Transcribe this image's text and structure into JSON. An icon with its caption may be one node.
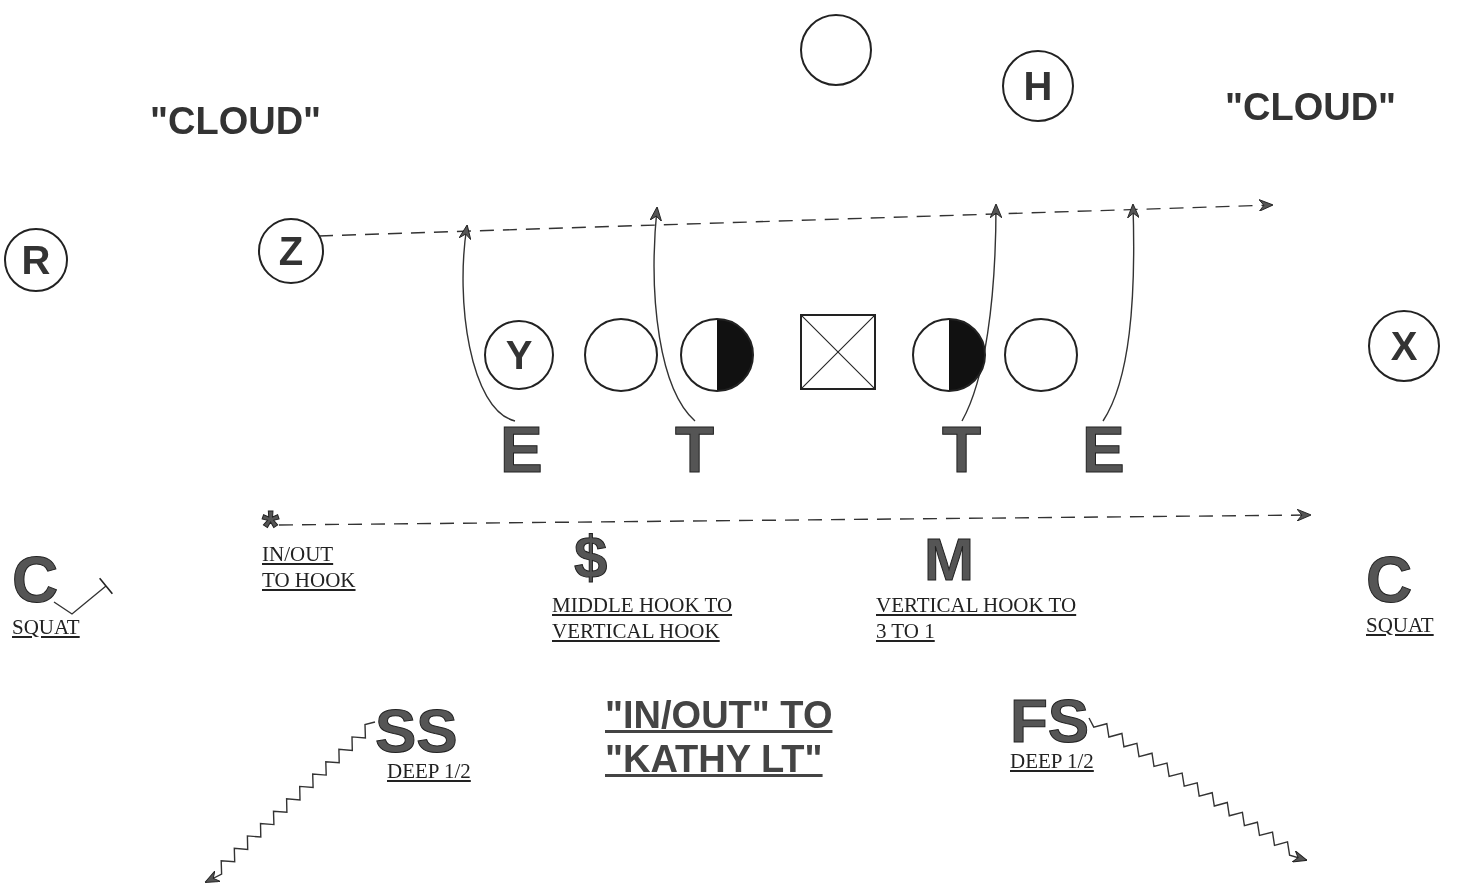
{
  "diagram": {
    "nodes": [
      {
        "text": [],
        "shape": "circle"
      },
      {
        "text": [
          "H"
        ]
      },
      {
        "text": [
          "R"
        ]
      },
      {
        "text": [
          "Z"
        ]
      },
      {
        "text": [
          "Y"
        ]
      },
      {
        "text": [],
        "shape": "circle"
      },
      {
        "text": [],
        "shape": "circle"
      },
      {
        "text": [],
        "shape": "box"
      },
      {
        "text": [],
        "shape": "circle"
      },
      {
        "text": [],
        "shape": "circle"
      },
      {
        "text": [
          "X"
        ]
      },
      {
        "text": [
          "E"
        ]
      },
      {
        "text": [
          "T"
        ]
      },
      {
        "text": [
          "T"
        ]
      },
      {
        "text": [
          "E"
        ]
      },
      {
        "text": [
          "*"
        ],
        "beside": [
          "IN/OUT TO HOOK"
        ]
      },
      {
        "text": [
          "C"
        ],
        "beside": [
          "SQUAT"
        ]
      },
      {
        "text": [
          "$"
        ],
        "beside": [
          "MIDDLE HOOK TO VERTICAL HOOK"
        ]
      },
      {
        "text": [
          "M"
        ],
        "beside": [
          "VERTICAL HOOK TO 3 TO 1"
        ]
      },
      {
        "text": [
          "C"
        ],
        "beside": [
          "SQUAT"
        ]
      },
      {
        "text": [
          "SS"
        ],
        "beside": [
          "DEEP 1/2"
        ]
      },
      {
        "text": [
          "FS"
        ],
        "beside": [
          "DEEP 1/2"
        ]
      }
    ],
    "edges": [
      {
        "from": 3,
        "to": null,
        "arrow": "to",
        "style": "dashed"
      },
      {
        "from": 11,
        "to": null,
        "arrow": "to"
      },
      {
        "from": 12,
        "to": null,
        "arrow": "to"
      },
      {
        "from": 13,
        "to": null,
        "arrow": "to"
      },
      {
        "from": 14,
        "to": null,
        "arrow": "to"
      },
      {
        "from": 15,
        "to": null,
        "arrow": "to",
        "style": "dashed"
      },
      {
        "from": 16,
        "to": null,
        "arrow": "other"
      },
      {
        "from": 20,
        "to": null,
        "arrow": "to"
      },
      {
        "from": 21,
        "to": null,
        "arrow": "to"
      }
    ],
    "labels": [
      "\"CLOUD\"",
      "\"CLOUD\"",
      "\"IN/OUT\" TO \"KATHY LT\""
    ]
  }
}
